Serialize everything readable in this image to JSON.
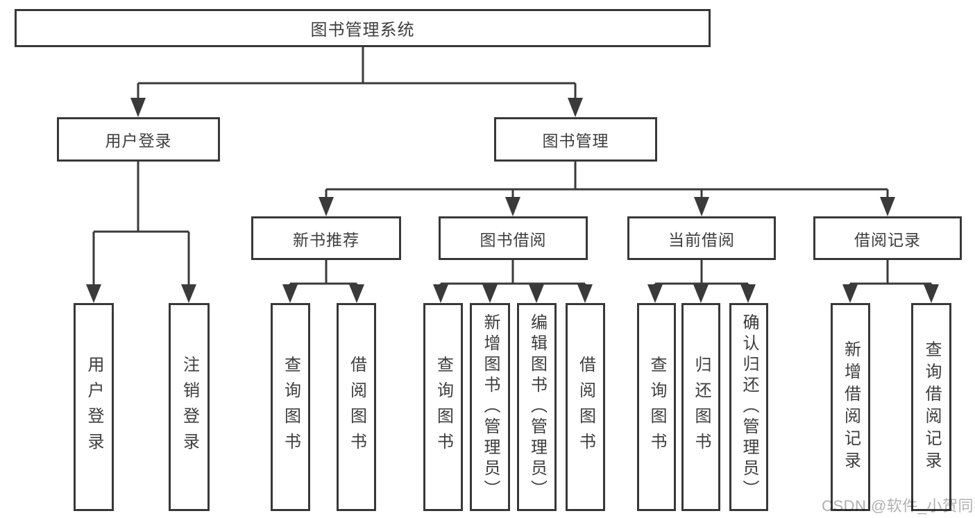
{
  "diagram": {
    "title": "图书管理系统",
    "branches": {
      "user_login": {
        "label": "用户登录",
        "children": {
          "login": "用户登录",
          "logout": "注销登录"
        }
      },
      "book_mgmt": {
        "label": "图书管理",
        "sections": {
          "new_book": {
            "label": "新书推荐",
            "children": {
              "query": "查询图书",
              "borrow": "借阅图书"
            }
          },
          "borrow": {
            "label": "图书借阅",
            "children": {
              "query": "查询图书",
              "add": "新增图书（管理员）",
              "edit": "编辑图书（管理员）",
              "borrow": "借阅图书"
            }
          },
          "current": {
            "label": "当前借阅",
            "children": {
              "query": "查询图书",
              "return": "归还图书",
              "confirm": "确认归还（管理员）"
            }
          },
          "records": {
            "label": "借阅记录",
            "children": {
              "add": "新增借阅记录",
              "query": "查询借阅记录"
            }
          }
        }
      }
    }
  },
  "watermark": {
    "text": "CSDN @软件_小贺同学"
  },
  "colors": {
    "line": "#3a3a3a",
    "box_border": "#383838",
    "label_text": "#3d3d3d",
    "watermark_text": "#b0b0b0",
    "background": "#ffffff"
  }
}
